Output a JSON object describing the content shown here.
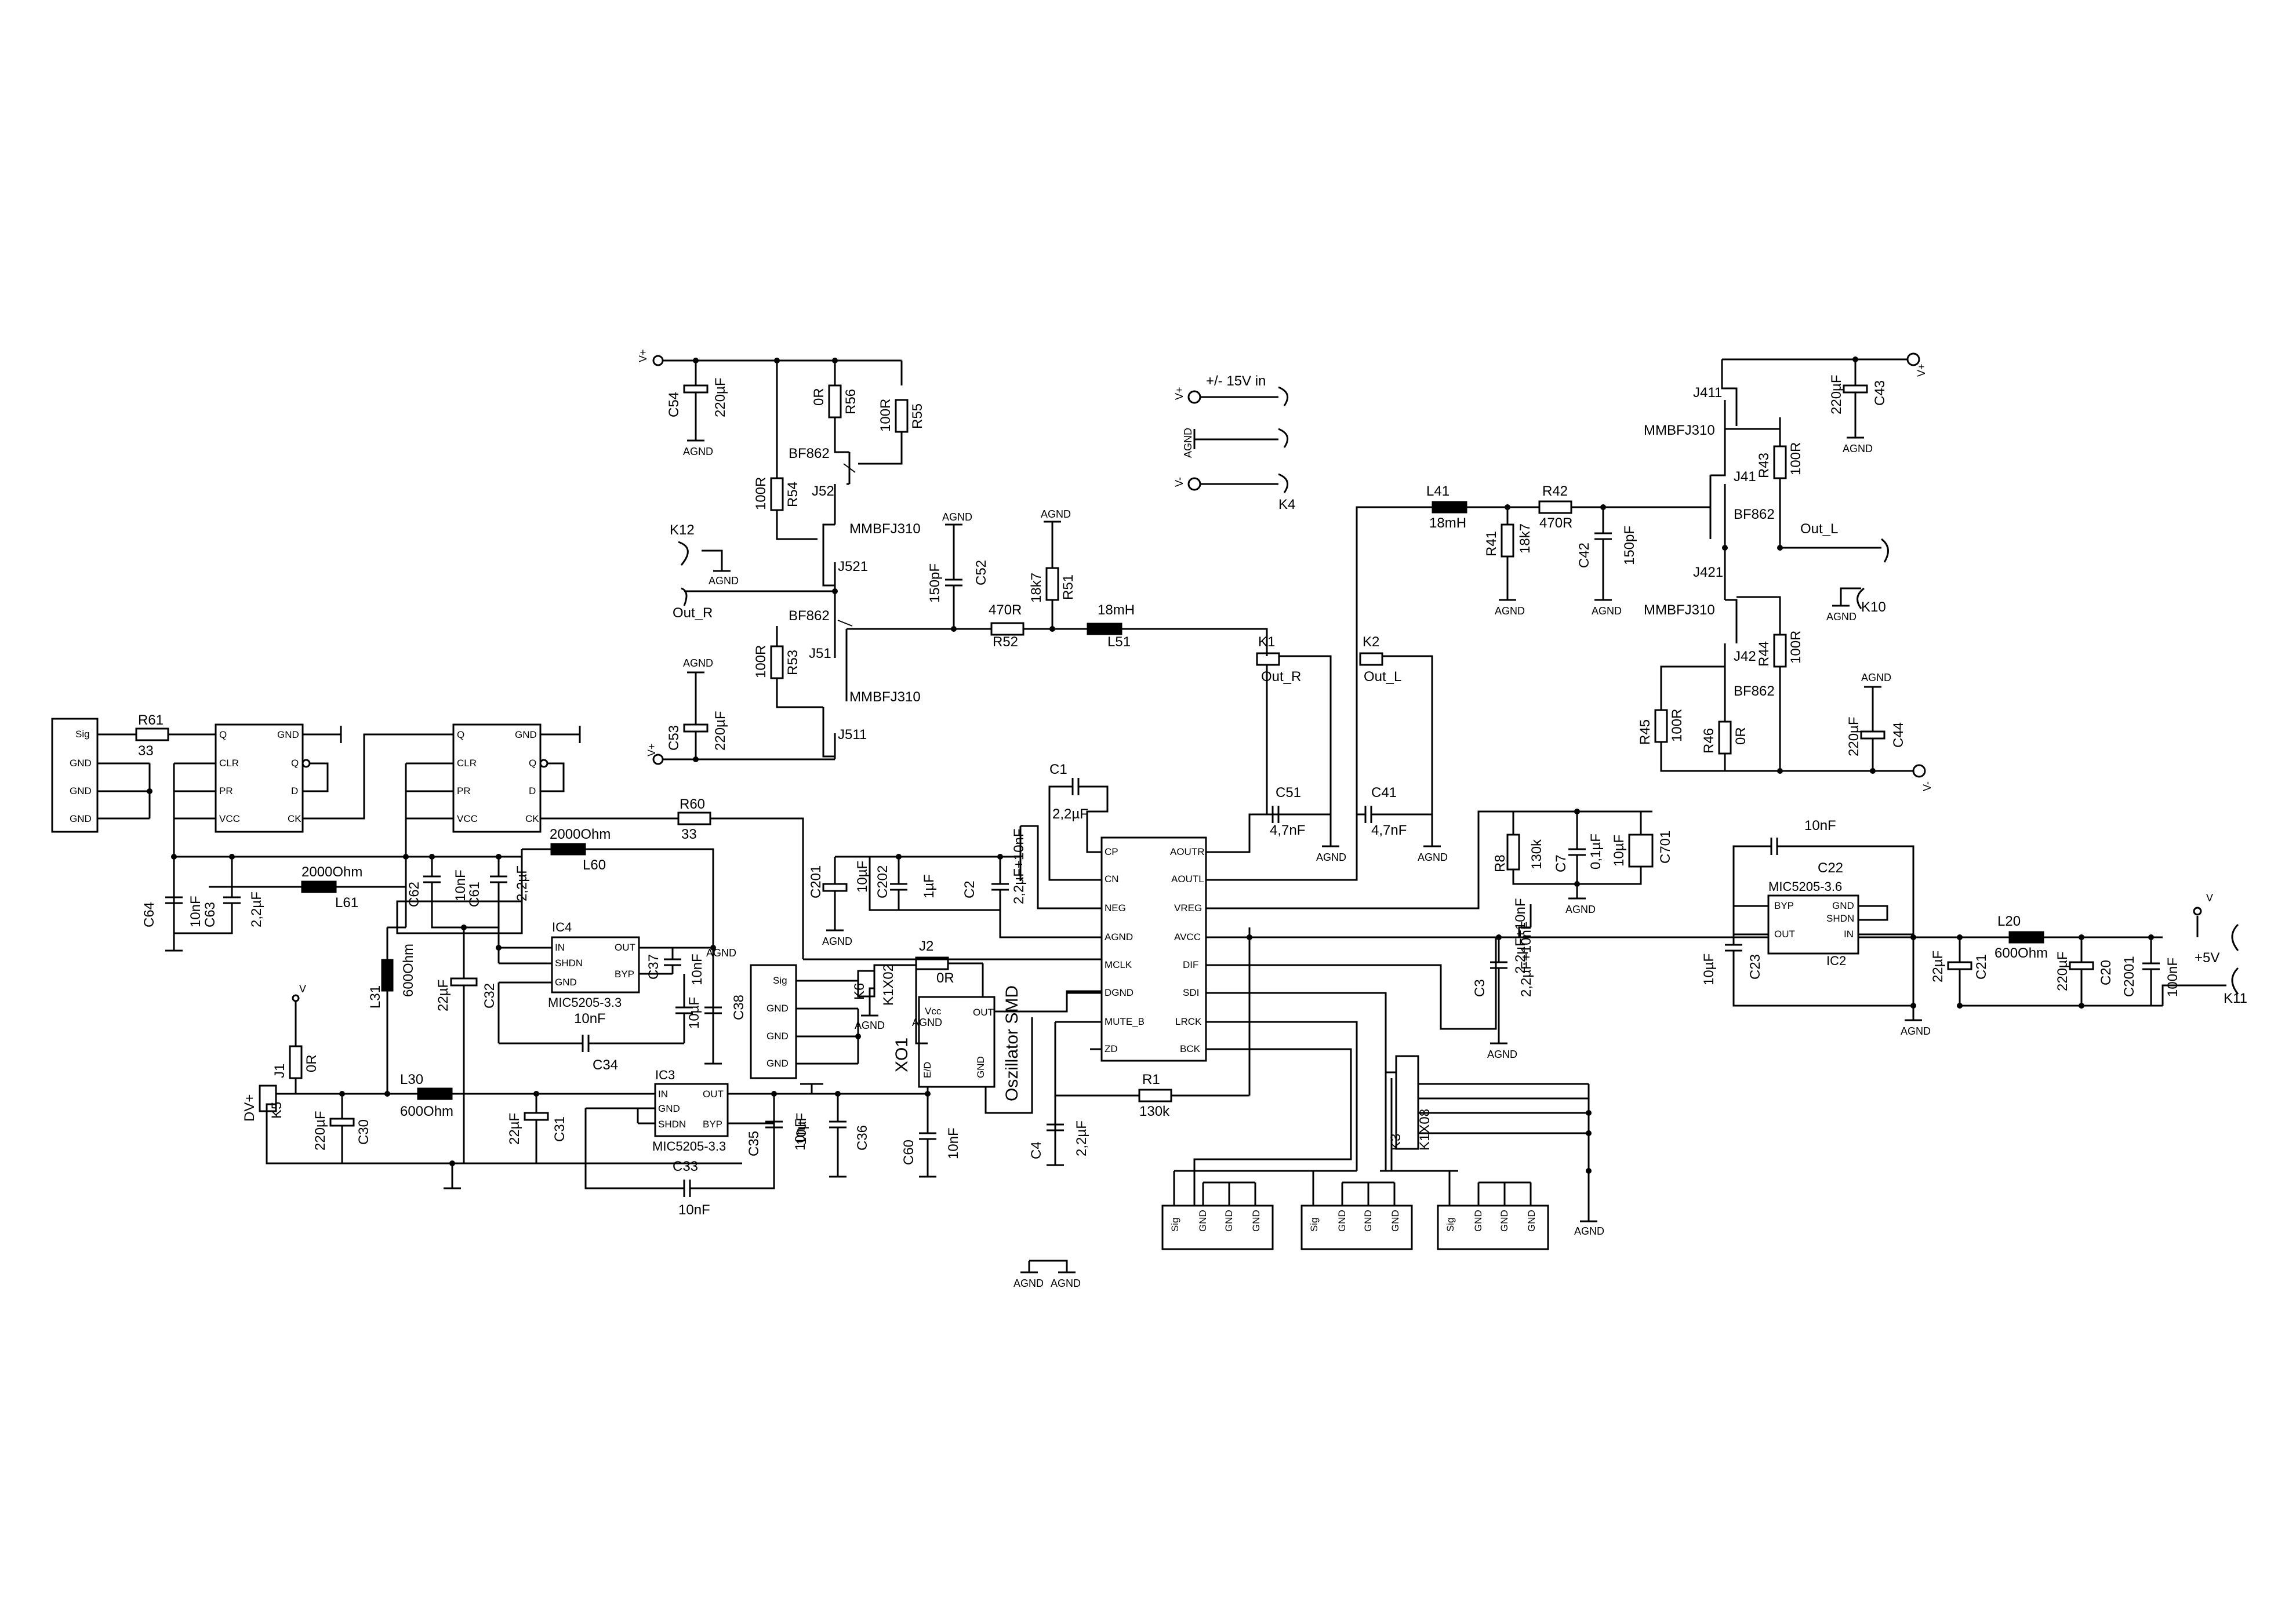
{
  "connectors": {
    "left": {
      "pins": [
        "Sig",
        "GND",
        "GND",
        "GND"
      ]
    },
    "xo_in": {
      "pins": [
        "Sig",
        "GND",
        "GND",
        "GND"
      ]
    },
    "out1": {
      "pins": [
        "Sig",
        "GND",
        "GND",
        "GND"
      ]
    },
    "out2": {
      "pins": [
        "Sig",
        "GND",
        "GND",
        "GND"
      ]
    },
    "out3": {
      "pins": [
        "Sig",
        "GND",
        "GND",
        "GND"
      ]
    }
  },
  "flipflop": {
    "pins": [
      "Q",
      "CLR",
      "PR",
      "VCC",
      "GND",
      "Q",
      "D",
      "CK"
    ]
  },
  "codec": {
    "left_pins": [
      "CP",
      "CN",
      "NEG",
      "AGND",
      "MCLK",
      "DGND",
      "MUTE_B",
      "ZD"
    ],
    "right_pins": [
      "AOUTR",
      "AOUTL",
      "VREG",
      "AVCC",
      "DIF",
      "SDI",
      "LRCK",
      "BCK"
    ]
  },
  "ic4": {
    "name": "IC4",
    "part": "MIC5205-3.3",
    "pins": [
      "IN",
      "SHDN",
      "GND",
      "OUT",
      "BYP"
    ]
  },
  "ic3": {
    "name": "IC3",
    "part": "MIC5205-3.3",
    "pins": [
      "IN",
      "GND",
      "SHDN",
      "OUT",
      "BYP"
    ]
  },
  "ic2": {
    "name": "IC2",
    "part": "MIC5205-3.6",
    "pins": [
      "BYP",
      "OUT",
      "GND",
      "SHDN",
      "IN"
    ]
  },
  "osc": {
    "name": "XO1",
    "part": "Oszillator SMD",
    "pins": [
      "Vcc",
      "E/D",
      "OUT",
      "GND"
    ]
  },
  "labels": {
    "r61": "R61",
    "r61v": "33",
    "r60": "R60",
    "r60v": "33",
    "l61": "L61",
    "l61v": "2000Ohm",
    "l60": "L60",
    "l60v": "2000Ohm",
    "c64": "C64",
    "c64v": "10nF",
    "c63": "C63",
    "c63v": "2,2µF",
    "c62": "C62",
    "c62v": "10nF",
    "c61": "C61",
    "c61v": "2,2µF",
    "ic4": "IC4",
    "ic4p": "MIC5205-3.3",
    "c37": "C37",
    "c37v": "10nF",
    "c38": "C38",
    "c38v": "10µF",
    "c34": "C34",
    "c34v": "10nF",
    "l31": "L31",
    "l31v": "600Ohm",
    "c32": "C32",
    "c32v": "22µF",
    "j1": "J1",
    "j1v": "0R",
    "v": "V",
    "dv": "DV+",
    "k5": "K5",
    "c30": "C30",
    "c30v": "220µF",
    "l30": "L30",
    "l30v": "600Ohm",
    "c31": "C31",
    "c31v": "22µF",
    "ic3": "IC3",
    "ic3p": "MIC5205-3.3",
    "c33": "C33",
    "c33v": "10nF",
    "c35": "C35",
    "c35v": "10nF",
    "c36": "C36",
    "c36v": "10µF",
    "c60": "C60",
    "c60v": "10nF",
    "k6": "K6",
    "k6p": "K1X02",
    "j2": "J2",
    "j2v": "0R",
    "xo1": "XO1",
    "osc": "Oszillator SMD",
    "c1": "C1",
    "c1v": "2,2µF",
    "c201": "C201",
    "c201v": "10µF",
    "c202": "C202",
    "c202v": "1µF",
    "c2": "C2",
    "c2v": "2,2µF+10nF",
    "c4": "C4",
    "c4v": "2,2µF",
    "r1": "R1",
    "r1v": "130k",
    "c3": "C3",
    "c3v": "2,2µF+10nF",
    "c51": "C51",
    "c51v": "4,7nF",
    "c41": "C41",
    "c41v": "4,7nF",
    "r8": "R8",
    "r8v": "130k",
    "c7": "C7",
    "c7v": "0,1µF",
    "c701": "C701",
    "c701v": "10µF",
    "k1": "K1",
    "k1o": "Out_R",
    "k2": "K2",
    "k2o": "Out_L",
    "k3": "K3",
    "k3p": "K1X08",
    "l51": "L51",
    "l51v": "18mH",
    "r52": "R52",
    "r52v": "470R",
    "r51": "R51",
    "r51v": "18k7",
    "c52": "C52",
    "c52v": "150pF",
    "c54": "C54",
    "c54v": "220µF",
    "c53": "C53",
    "c53v": "220µF",
    "r56": "R56",
    "r56v": "0R",
    "r55": "R55",
    "r55v": "100R",
    "r54": "R54",
    "r54v": "100R",
    "r53": "R53",
    "r53v": "100R",
    "j52": "J52",
    "j521": "J521",
    "j51": "J51",
    "j511": "J511",
    "bf862": "BF862",
    "mmbfj310": "MMBFJ310",
    "k12": "K12",
    "outr": "Out_R",
    "k4": "K4",
    "pwr": "+/- 15V in",
    "l41": "L41",
    "l41v": "18mH",
    "r42": "R42",
    "r42v": "470R",
    "r41": "R41",
    "r41v": "18k7",
    "c42": "C42",
    "c42v": "150pF",
    "j411": "J411",
    "j41": "J41",
    "j421": "J421",
    "j42": "J42",
    "r43": "R43",
    "r43v": "100R",
    "r44": "R44",
    "r44v": "100R",
    "r45": "R45",
    "r45v": "100R",
    "r46": "R46",
    "r46v": "0R",
    "c43": "C43",
    "c43v": "220µF",
    "c44": "C44",
    "c44v": "220µF",
    "outl": "Out_L",
    "k10": "K10",
    "ic2": "IC2",
    "ic2p": "MIC5205-3.6",
    "c22": "C22",
    "c22v": "10nF",
    "c23": "C23",
    "c23v": "10µF",
    "c21": "C21",
    "c21v": "22µF",
    "l20": "L20",
    "l20v": "600Ohm",
    "c20": "C20",
    "c20v": "220µF",
    "c2001": "C2001",
    "c2001v": "100nF",
    "p5v": "+5V",
    "k11": "K11",
    "agnd": "AGND",
    "vp": "V+",
    "vm": "V-"
  }
}
